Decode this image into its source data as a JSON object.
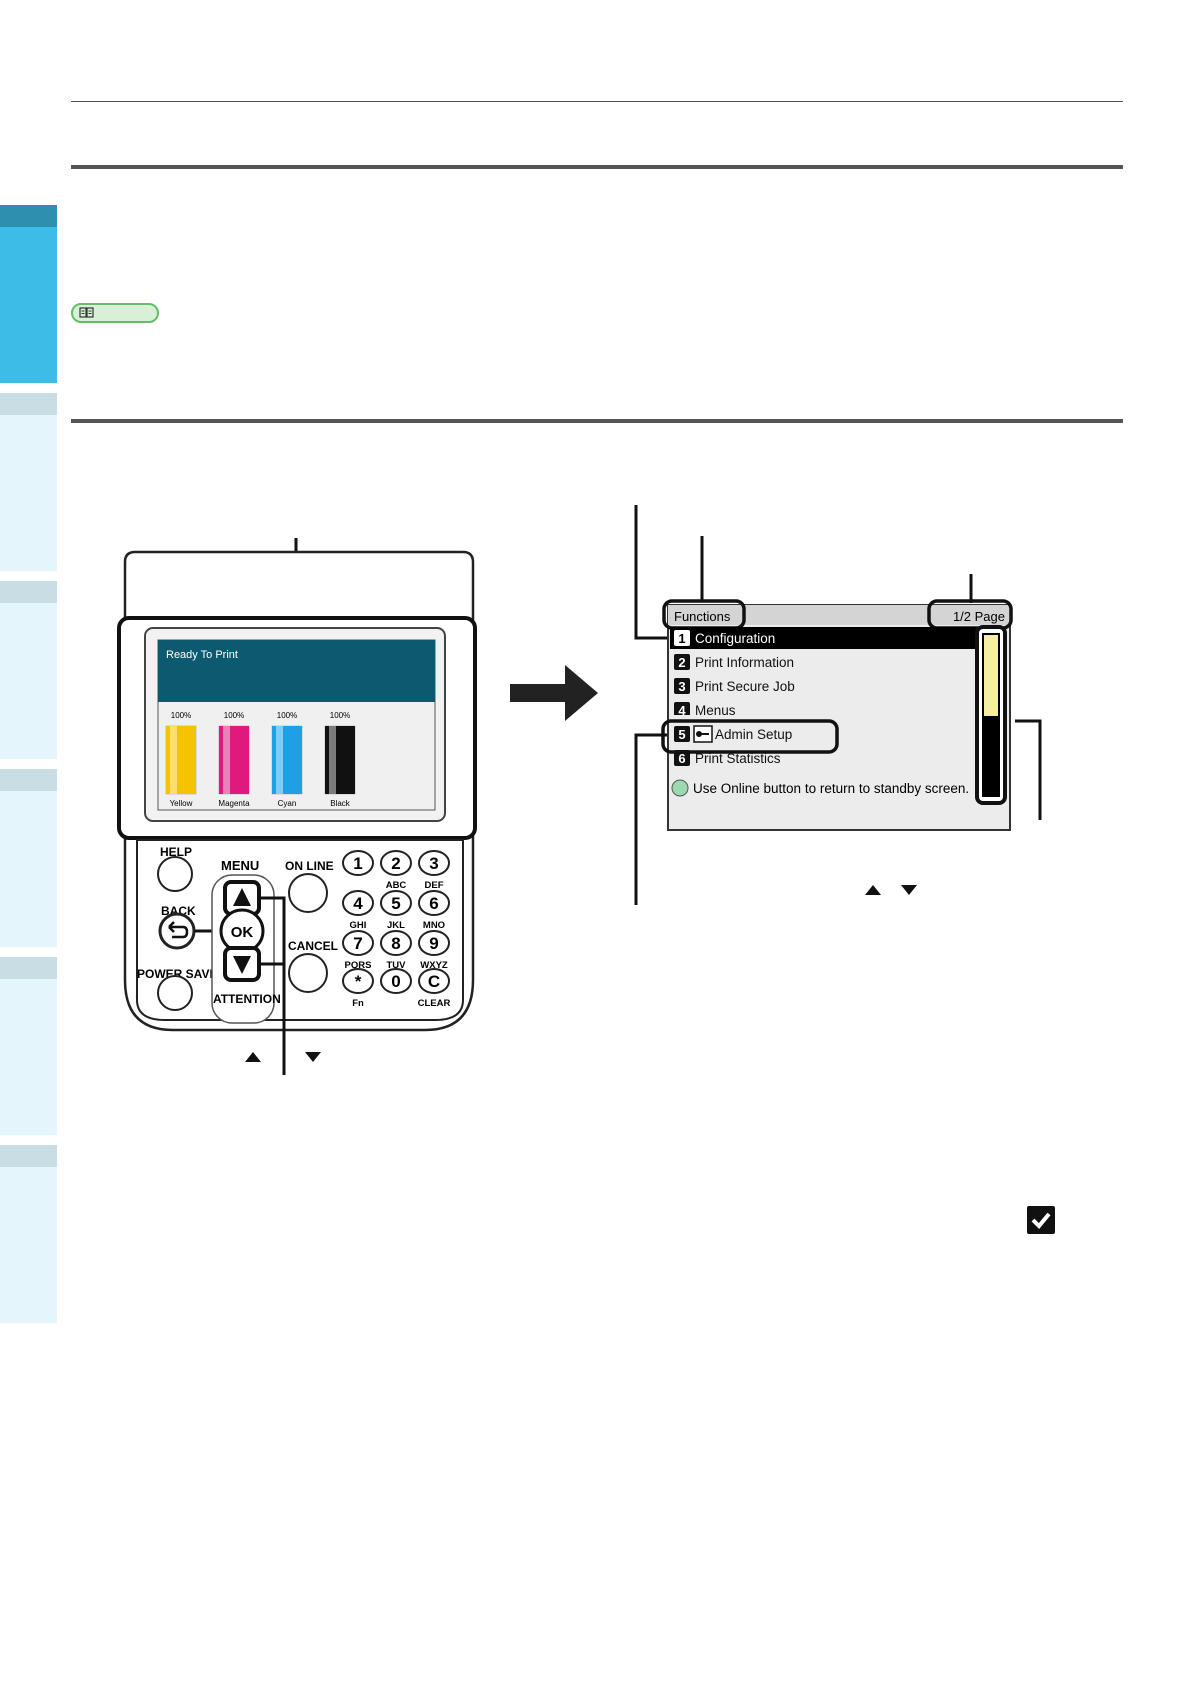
{
  "panel": {
    "lcd": {
      "status": "Ready To Print",
      "toners": [
        {
          "label": "Yellow",
          "level": "100%",
          "fill": 1.0,
          "color": "#f5c400"
        },
        {
          "label": "Magenta",
          "level": "100%",
          "fill": 1.0,
          "color": "#e0197f"
        },
        {
          "label": "Cyan",
          "level": "100%",
          "fill": 1.0,
          "color": "#1ea0e6"
        },
        {
          "label": "Black",
          "level": "100%",
          "fill": 1.0,
          "color": "#111111"
        }
      ]
    },
    "buttons": {
      "help": "HELP",
      "back": "BACK",
      "power_save": "POWER SAVE",
      "menu": "MENU",
      "ok": "OK",
      "attention": "ATTENTION",
      "online": "ON LINE",
      "cancel": "CANCEL"
    },
    "keypad": [
      {
        "digit": "1",
        "letters": ""
      },
      {
        "digit": "2",
        "letters": "ABC"
      },
      {
        "digit": "3",
        "letters": "DEF"
      },
      {
        "digit": "4",
        "letters": "GHI"
      },
      {
        "digit": "5",
        "letters": "JKL"
      },
      {
        "digit": "6",
        "letters": "MNO"
      },
      {
        "digit": "7",
        "letters": "PQRS"
      },
      {
        "digit": "8",
        "letters": "TUV"
      },
      {
        "digit": "9",
        "letters": "WXYZ"
      },
      {
        "digit": "*",
        "letters": "Fn"
      },
      {
        "digit": "0",
        "letters": ""
      },
      {
        "digit": "C",
        "letters": "CLEAR"
      }
    ]
  },
  "screen": {
    "title": "Functions",
    "page": "1/2 Page",
    "items": [
      {
        "num": "1",
        "label": "Configuration",
        "locked": false
      },
      {
        "num": "2",
        "label": "Print Information",
        "locked": false
      },
      {
        "num": "3",
        "label": "Print Secure Job",
        "locked": false
      },
      {
        "num": "4",
        "label": "Menus",
        "locked": false
      },
      {
        "num": "5",
        "label": "Admin Setup",
        "locked": true
      },
      {
        "num": "6",
        "label": "Print Statistics",
        "locked": false
      }
    ],
    "hint": "Use Online button to return to standby screen.",
    "scrollbar_position": 0.35
  },
  "colors": {
    "accent_blue": "#3cbde8",
    "side_tab_light": "#e4f6fb",
    "ref_pill_green": "#62bf66",
    "lcd_header": "#0b5a70"
  }
}
